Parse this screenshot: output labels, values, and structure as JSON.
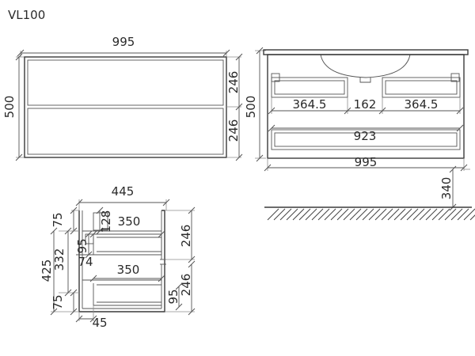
{
  "title": "VL100",
  "front": {
    "width": "995",
    "height": "500",
    "drawer_top": "246",
    "drawer_bottom": "246"
  },
  "back": {
    "height": "500",
    "left_opening": "364.5",
    "center": "162",
    "right_opening": "364.5",
    "lower_opening": "923",
    "width": "995",
    "floor_clearance": "340"
  },
  "side": {
    "depth": "445",
    "top_gap": "75",
    "offset_128": "128",
    "drawer_depth_top": "350",
    "drawer_height_top": "246",
    "d95_top": "95",
    "d74": "74",
    "d332": "332",
    "total_425": "425",
    "drawer_depth_bottom": "350",
    "d95_bottom": "95",
    "drawer_height_bottom": "246",
    "bottom_gap": "75",
    "base_45": "45"
  }
}
